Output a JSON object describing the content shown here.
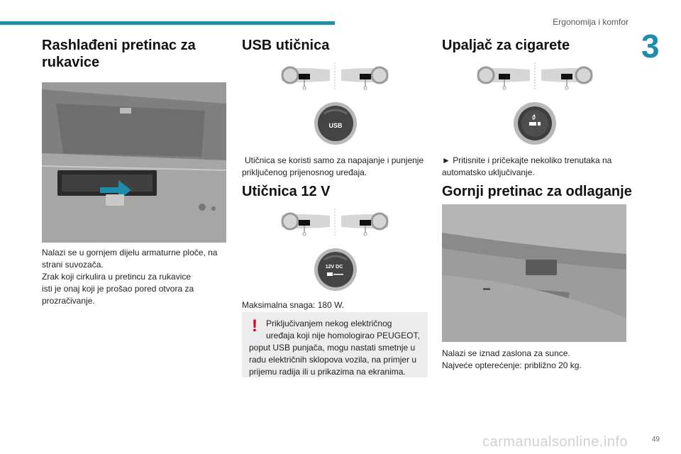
{
  "header": {
    "section": "Ergonomija i komfor",
    "chapter": "3"
  },
  "col1": {
    "title": "Rashlađeni pretinac za rukavice",
    "lines": [
      "Nalazi se u gornjem dijelu armaturne ploče, na",
      "strani suvozača.",
      "Zrak koji cirkulira u pretincu za rukavice",
      "isti je onaj koji je prošao pored otvora za",
      "prozračivanje."
    ]
  },
  "col2": {
    "usb_title": "USB utičnica",
    "usb_label": "USB",
    "usb_text": "Utičnica se koristi samo za napajanje i punjenje priključenog prijenosnog uređaja.",
    "s12_title": "Utičnica 12 V",
    "s12_label": "12V DC",
    "s12_text": "Maksimalna snaga: 180 W.",
    "warning_lines": [
      "Priključivanjem nekog električnog",
      "uređaja koji nije homologirao PEUGEOT,",
      "poput USB punjača, mogu nastati smetnje u",
      "radu električnih sklopova vozila, na primjer u",
      "prijemu radija ili u prikazima na ekranima."
    ]
  },
  "col3": {
    "lighter_title": "Upaljač za cigarete",
    "lighter_text": "► Pritisnite i pričekajte nekoliko trenutaka na automatsko uključivanje.",
    "upper_title": "Gornji pretinac za odlaganje",
    "lines": [
      "Nalazi se iznad zaslona za sunce.",
      "Najveće opterećenje: približno 20 kg."
    ]
  },
  "footer": {
    "page": "49",
    "watermark": "carmanualsonline.info"
  },
  "colors": {
    "accent": "#1e8caa",
    "warning": "#d0021b",
    "warning_bg": "#ececec"
  },
  "icons": [
    "steering-wheel-lhd-icon",
    "steering-wheel-rhd-icon",
    "usb-socket-icon",
    "12v-socket-icon",
    "cigarette-lighter-icon",
    "warning-exclamation-icon"
  ]
}
